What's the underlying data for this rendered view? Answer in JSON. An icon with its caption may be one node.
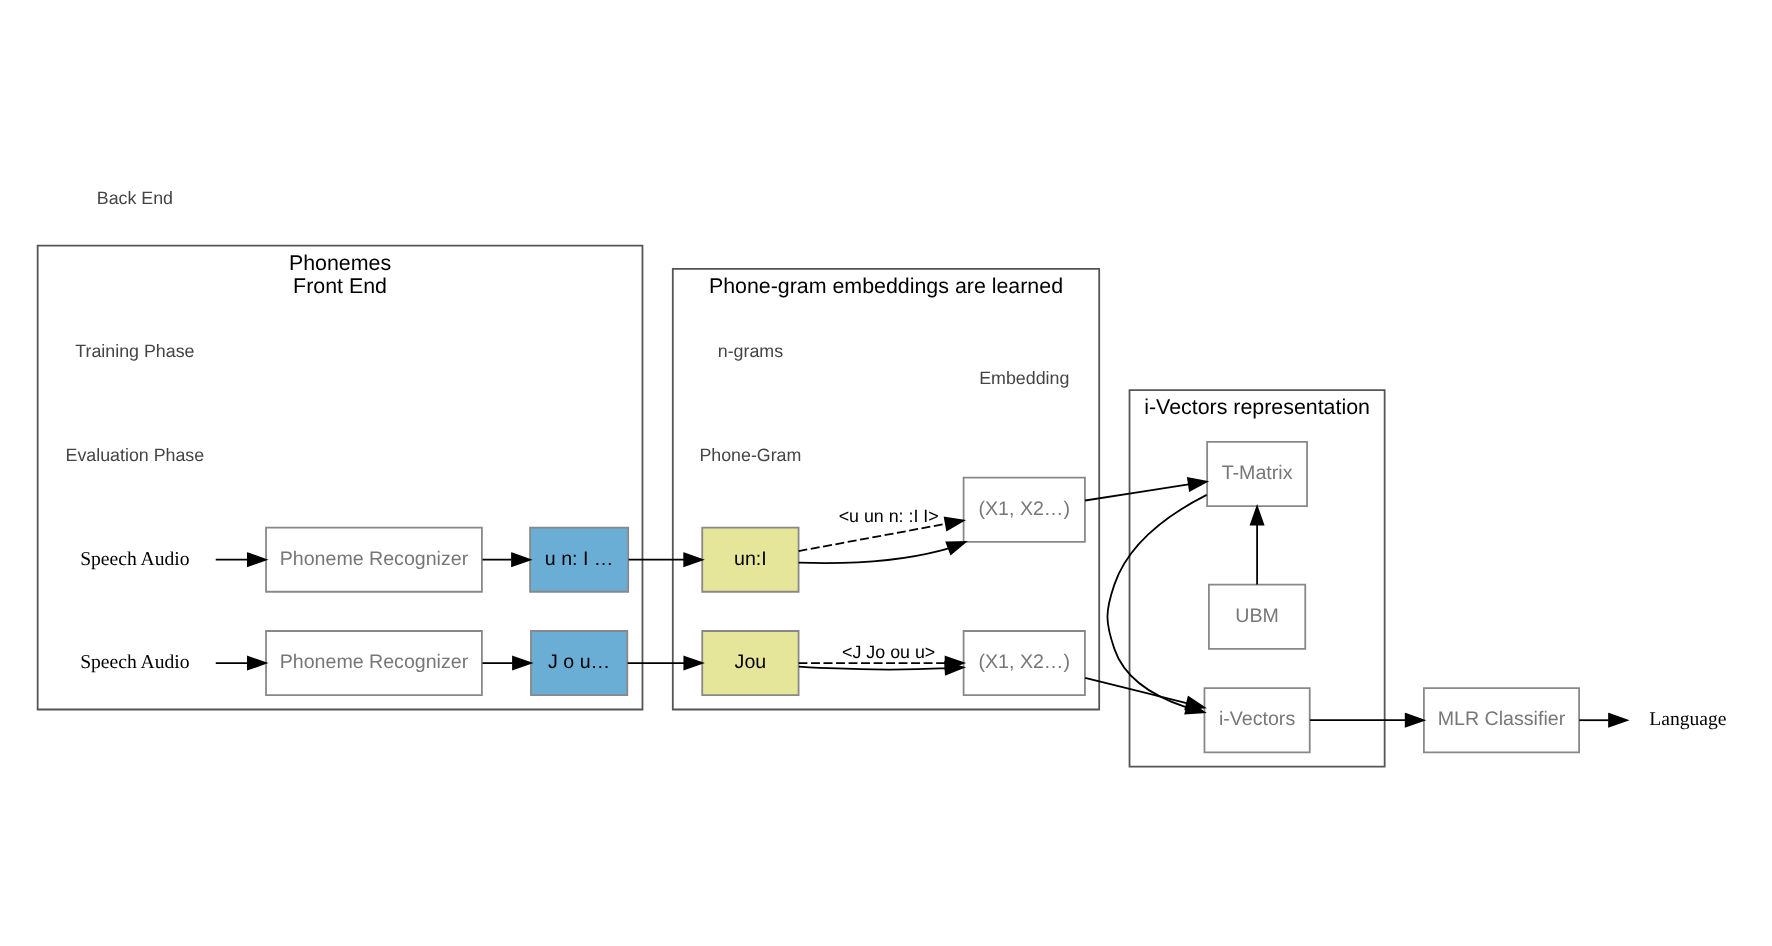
{
  "diagram": {
    "nodes": [
      {
        "text": [
          "Phonemes",
          "Front End"
        ]
      },
      {
        "text": [
          "Phone-gram embeddings are learned"
        ]
      },
      {
        "text": [
          "i-Vectors representation"
        ]
      },
      {
        "text": [
          "Speech Audio"
        ],
        "in": 0
      },
      {
        "text": [
          "Phoneme Recognizer"
        ],
        "in": 0
      },
      {
        "text": [
          "u n: I …"
        ],
        "in": 0
      },
      {
        "text": [
          "Speech Audio"
        ],
        "in": 0
      },
      {
        "text": [
          "Phoneme Recognizer"
        ],
        "in": 0
      },
      {
        "text": [
          "J o u…"
        ],
        "in": 0
      },
      {
        "text": [
          "un:I"
        ],
        "in": 1
      },
      {
        "text": [
          "(X1, X2…)"
        ],
        "in": 1
      },
      {
        "text": [
          "Jou"
        ],
        "in": 1
      },
      {
        "text": [
          "(X1, X2…)"
        ],
        "in": 1
      },
      {
        "text": [
          "UBM"
        ],
        "in": 2
      },
      {
        "text": [
          "T-Matrix"
        ],
        "in": 2
      },
      {
        "text": [
          "i-Vectors"
        ],
        "in": 2
      },
      {
        "text": [
          "MLR Classifier"
        ]
      },
      {
        "text": [
          "Language"
        ]
      }
    ],
    "edges": [
      {
        "from": 3,
        "to": 4,
        "arrow": "to"
      },
      {
        "from": 4,
        "to": 5,
        "arrow": "to"
      },
      {
        "from": 5,
        "to": 9,
        "arrow": "to"
      },
      {
        "from": 9,
        "to": 10,
        "arrow": "to"
      },
      {
        "from": 9,
        "to": 10,
        "arrow": "to",
        "style": "dashed",
        "label": "<u un n: :I I>"
      },
      {
        "from": 10,
        "to": 14,
        "arrow": "to"
      },
      {
        "from": 13,
        "to": 14,
        "arrow": "to"
      },
      {
        "from": 14,
        "to": 15,
        "arrow": "to"
      },
      {
        "from": 6,
        "to": 7,
        "arrow": "to"
      },
      {
        "from": 7,
        "to": 8,
        "arrow": "to"
      },
      {
        "from": 8,
        "to": 11,
        "arrow": "to"
      },
      {
        "from": 11,
        "to": 12,
        "arrow": "to"
      },
      {
        "from": 11,
        "to": 12,
        "arrow": "to",
        "style": "dashed",
        "label": "<J Jo ou u>"
      },
      {
        "from": 12,
        "to": 15,
        "arrow": "to"
      },
      {
        "from": 15,
        "to": 16,
        "arrow": "to"
      },
      {
        "from": 16,
        "to": 17,
        "arrow": "to"
      }
    ],
    "labels": [
      "Training Phase",
      "Evaluation Phase",
      "n-grams",
      "Phone-Gram",
      "Embedding",
      "Back End"
    ]
  }
}
